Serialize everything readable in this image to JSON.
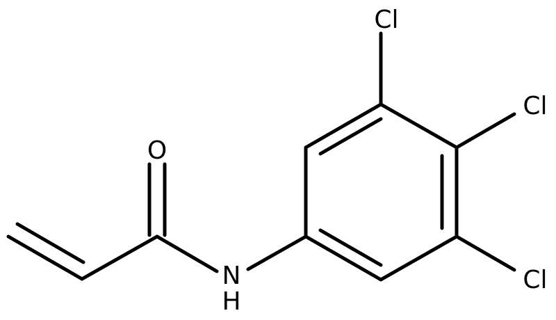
{
  "atoms": {
    "oxygen": "O",
    "nitrogen": "N",
    "hydrogen": "H",
    "chlorine_top": "Cl",
    "chlorine_right": "Cl",
    "chlorine_bottom": "Cl"
  }
}
